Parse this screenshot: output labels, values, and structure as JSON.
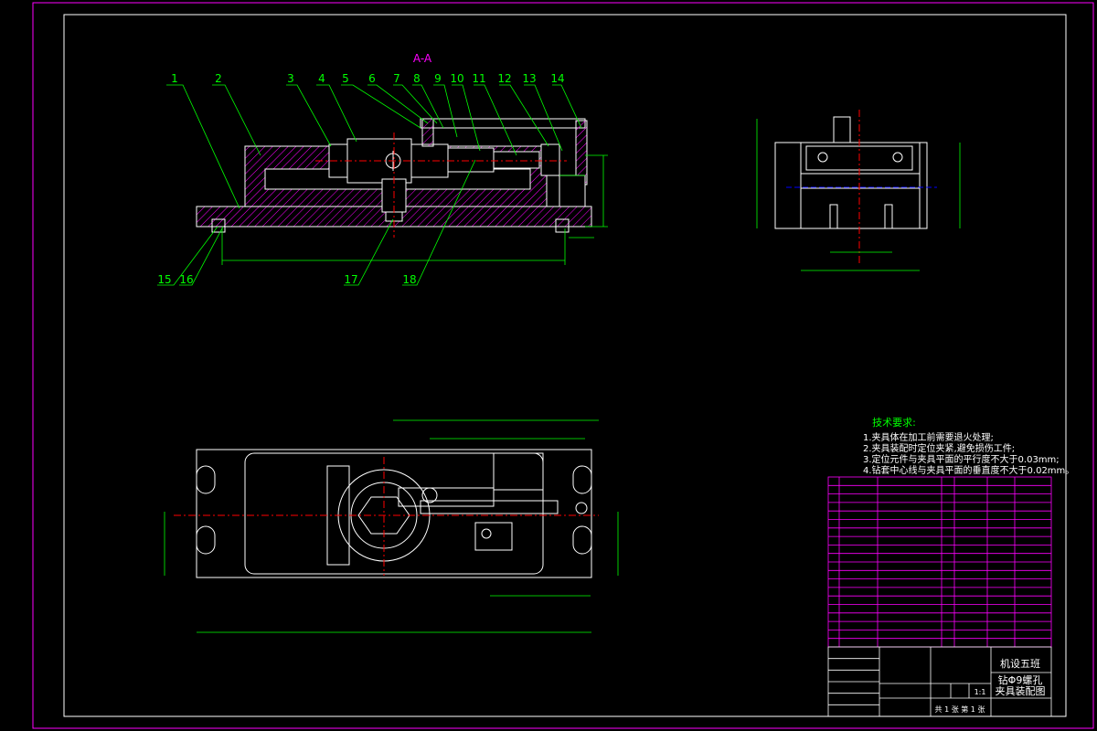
{
  "section_label": "A-A",
  "balloons": [
    "1",
    "2",
    "3",
    "4",
    "5",
    "6",
    "7",
    "8",
    "9",
    "10",
    "11",
    "12",
    "13",
    "14",
    "15",
    "16",
    "17",
    "18"
  ],
  "tech_requirements": {
    "title": "技术要求:",
    "lines": [
      "1.夹具体在加工前需要退火处理;",
      "2.夹具装配时定位夹紧,避免损伤工件;",
      "3.定位元件与夹具平面的平行度不大于0.03mm;",
      "4.钻套中心线与夹具平面的垂直度不大于0.02mm。"
    ]
  },
  "title_block": {
    "school": "机设五班",
    "drawing_name_1": "钻Φ9螺孔",
    "drawing_name_2": "夹具装配图",
    "scale": "1:1",
    "sheet": "共 1 张 第 1 张"
  },
  "colors": {
    "border": "#ff00ff",
    "geometry": "#ffffff",
    "dimension": "#00ff00",
    "hatch": "#ff00ff",
    "centerline": "#ff0000",
    "hidden": "#0000ff",
    "accent": "#00ffff"
  }
}
